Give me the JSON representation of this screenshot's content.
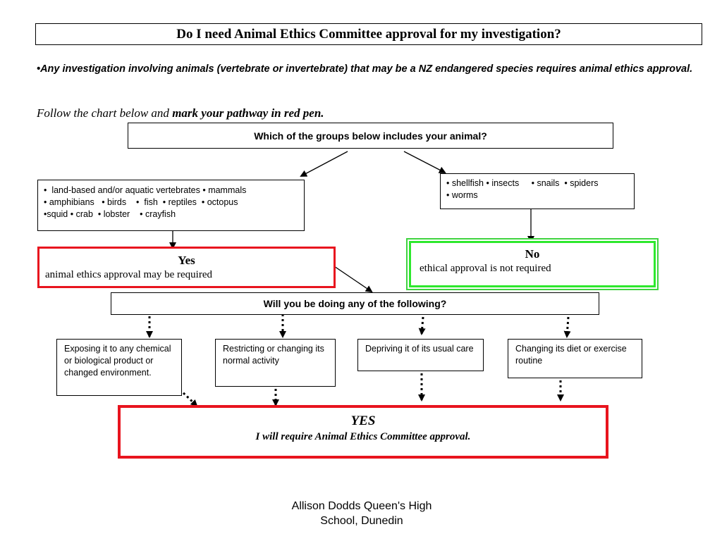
{
  "title": "Do I need Animal Ethics Committee approval for my investigation?",
  "note": "•Any investigation involving animals (vertebrate or invertebrate) that may be a NZ endangered species requires animal ethics approval.",
  "instruction": {
    "prefix": "Follow the chart below and ",
    "emphasis": "mark your pathway in red pen."
  },
  "question1": "Which of the groups below includes your animal?",
  "vertebrates_box": {
    "lines": [
      "•  land-based and/or aquatic vertebrates • mammals",
      "• amphibians   • birds    •  fish  • reptiles  • octopus",
      "•squid • crab  • lobster    • crayfish"
    ]
  },
  "invertebrates_box": {
    "lines": [
      "• shellfish • insects     • snails  • spiders",
      "• worms"
    ]
  },
  "yes_result": {
    "title": "Yes",
    "subtitle": "animal ethics approval may be required",
    "border_color": "#e8141e"
  },
  "no_result": {
    "title": "No",
    "subtitle": "ethical approval is not required",
    "border_color": "#2ee82e"
  },
  "question2": "Will you be doing any of the following?",
  "options": [
    "Exposing it to any chemical or biological product or changed environment.",
    "Restricting or changing its normal activity",
    "Depriving it of  its usual care",
    "Changing its diet or exercise routine"
  ],
  "final_result": {
    "title": "YES",
    "subtitle": "I will require Animal Ethics Committee approval.",
    "border_color": "#e8141e"
  },
  "credit": {
    "line1": "Allison Dodds  Queen's High",
    "line2": "School, Dunedin"
  }
}
